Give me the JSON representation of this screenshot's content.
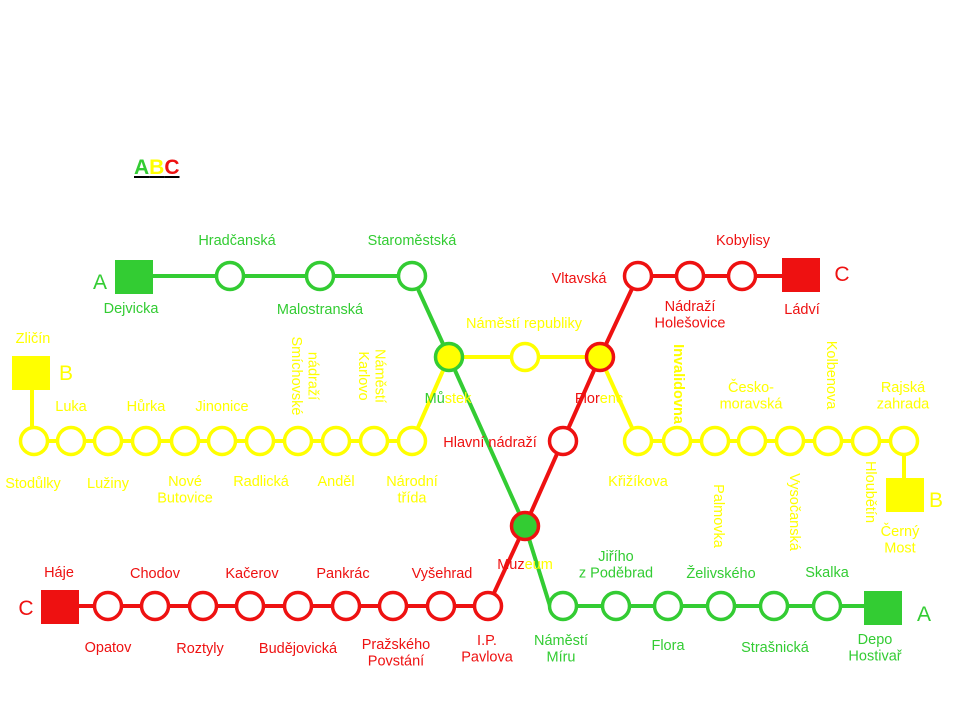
{
  "colors": {
    "A": "#33cc33",
    "B": "#ffff00",
    "C": "#ee1111",
    "bg": "#ffffff"
  },
  "legend": {
    "a": "A",
    "b": "B",
    "c": "C"
  },
  "terminal_labels": [
    {
      "text": "A",
      "line": "A"
    },
    {
      "text": "C",
      "line": "C"
    },
    {
      "text": "B",
      "line": "B"
    },
    {
      "text": "C",
      "line": "C"
    },
    {
      "text": "B",
      "line": "B"
    },
    {
      "text": "A",
      "line": "A"
    }
  ],
  "lines": {
    "A": {
      "stations": [
        "Dejvicka",
        "Hradčanská",
        "Malostranská",
        "Staroměstská",
        "Můstek",
        "Muzeum",
        "Náměstí Míru",
        "Jiřího z Poděbrad",
        "Flora",
        "Želivského",
        "Strašnická",
        "Skalka",
        "Depo Hostivař"
      ]
    },
    "B": {
      "stations": [
        "Zličín",
        "Stodůlky",
        "Luka",
        "Lužiny",
        "Hůrka",
        "Nové Butovice",
        "Jinonice",
        "Radlická",
        "Smíchovské nádraží",
        "Anděl",
        "Karlovo Náměstí",
        "Národní třída",
        "Můstek",
        "Náměstí republiky",
        "Florenc",
        "Křižíkova",
        "Invalidovna",
        "Palmovka",
        "Českomoravská",
        "Vysočanská",
        "Kolbenova",
        "Hloubětín",
        "Rajská zahrada",
        "Černý Most"
      ]
    },
    "C": {
      "stations": [
        "Ládví",
        "Kobylisy",
        "Nádraží Holešovice",
        "Vltavská",
        "Florenc",
        "Hlavní nádraží",
        "Muzeum",
        "I.P. Pavlova",
        "Vyšehrad",
        "Pražského Povstání",
        "Pankrác",
        "Budějovická",
        "Kačerov",
        "Roztyly",
        "Chodov",
        "Opatov",
        "Háje"
      ]
    }
  },
  "station_labels": [
    {
      "name": "dejvicka",
      "lines": [
        "Dejvicka"
      ],
      "color": "A"
    },
    {
      "name": "hradcanska",
      "lines": [
        "Hradčanská"
      ],
      "color": "A"
    },
    {
      "name": "malostranska",
      "lines": [
        "Malostranská"
      ],
      "color": "A"
    },
    {
      "name": "staromestska",
      "lines": [
        "Staroměstská"
      ],
      "color": "A"
    },
    {
      "name": "namesti-republiky",
      "lines": [
        "Náměstí republiky"
      ],
      "color": "B"
    },
    {
      "name": "vltavska",
      "lines": [
        "Vltavská"
      ],
      "color": "C"
    },
    {
      "name": "kobylisy",
      "lines": [
        "Kobylisy"
      ],
      "color": "C"
    },
    {
      "name": "nadrazi-holesovice",
      "lines": [
        "Nádraží",
        "Holešovice"
      ],
      "color": "C"
    },
    {
      "name": "ladvi",
      "lines": [
        "Ládví"
      ],
      "color": "C"
    },
    {
      "name": "zlicin",
      "lines": [
        "Zličín"
      ],
      "color": "B"
    },
    {
      "name": "luka",
      "lines": [
        "Luka"
      ],
      "color": "B"
    },
    {
      "name": "hurka",
      "lines": [
        "Hůrka"
      ],
      "color": "B"
    },
    {
      "name": "jinonice",
      "lines": [
        "Jinonice"
      ],
      "color": "B"
    },
    {
      "name": "smichovske-nadrazi",
      "lines": [
        "Smíchovské",
        "nádraží"
      ],
      "color": "B",
      "rotated": true
    },
    {
      "name": "karlovo-namesti",
      "lines": [
        "Karlovo",
        "Náměstí"
      ],
      "color": "B",
      "rotated": true
    },
    {
      "name": "mustek",
      "segments": [
        [
          "Mů",
          "A"
        ],
        [
          "stek",
          "B"
        ]
      ]
    },
    {
      "name": "florenc",
      "segments": [
        [
          "Flor",
          "C"
        ],
        [
          "enc",
          "B"
        ]
      ]
    },
    {
      "name": "invalidovna",
      "lines": [
        "Invalidovna"
      ],
      "color": "B",
      "rotated": true,
      "bold": true
    },
    {
      "name": "ceskomoravska",
      "lines": [
        "Česko-",
        "moravská"
      ],
      "color": "B"
    },
    {
      "name": "kolbenova",
      "lines": [
        "Kolbenova"
      ],
      "color": "B",
      "rotated": true
    },
    {
      "name": "rajska-zahrada",
      "lines": [
        "Rajská",
        "zahrada"
      ],
      "color": "B"
    },
    {
      "name": "hlavni-nadrazi",
      "lines": [
        "Hlavní nádraží"
      ],
      "color": "C"
    },
    {
      "name": "stodulky",
      "lines": [
        "Stodůlky"
      ],
      "color": "B"
    },
    {
      "name": "luziny",
      "lines": [
        "Lužiny"
      ],
      "color": "B"
    },
    {
      "name": "nove-butovice",
      "lines": [
        "Nové",
        "Butovice"
      ],
      "color": "B"
    },
    {
      "name": "radlicka",
      "lines": [
        "Radlická"
      ],
      "color": "B"
    },
    {
      "name": "andel",
      "lines": [
        "Anděl"
      ],
      "color": "B"
    },
    {
      "name": "narodni-trida",
      "lines": [
        "Národní",
        "třída"
      ],
      "color": "B"
    },
    {
      "name": "krizikova",
      "lines": [
        "Křižíkova"
      ],
      "color": "B"
    },
    {
      "name": "palmovka",
      "lines": [
        "Palmovka"
      ],
      "color": "B",
      "rotated": true
    },
    {
      "name": "vysocanska",
      "lines": [
        "Vysočanská"
      ],
      "color": "B",
      "rotated": true
    },
    {
      "name": "hloubetin",
      "lines": [
        "Hloubětín"
      ],
      "color": "B",
      "rotated": true
    },
    {
      "name": "cerny-most",
      "lines": [
        "Černý",
        "Most"
      ],
      "color": "B"
    },
    {
      "name": "muzeum",
      "segments": [
        [
          "Muz",
          "C"
        ],
        [
          "eum",
          "B"
        ]
      ]
    },
    {
      "name": "jiriho-z-podebrad",
      "lines": [
        "Jiřího",
        "z Poděbrad"
      ],
      "color": "A"
    },
    {
      "name": "zelivskeho",
      "lines": [
        "Želivského"
      ],
      "color": "A"
    },
    {
      "name": "skalka",
      "lines": [
        "Skalka"
      ],
      "color": "A"
    },
    {
      "name": "haje",
      "lines": [
        "Háje"
      ],
      "color": "C"
    },
    {
      "name": "chodov",
      "lines": [
        "Chodov"
      ],
      "color": "C"
    },
    {
      "name": "kacerov",
      "lines": [
        "Kačerov"
      ],
      "color": "C"
    },
    {
      "name": "pankrac",
      "lines": [
        "Pankrác"
      ],
      "color": "C"
    },
    {
      "name": "vysehrad",
      "lines": [
        "Vyšehrad"
      ],
      "color": "C"
    },
    {
      "name": "opatov",
      "lines": [
        "Opatov"
      ],
      "color": "C"
    },
    {
      "name": "roztyly",
      "lines": [
        "Roztyly"
      ],
      "color": "C"
    },
    {
      "name": "budejovicka",
      "lines": [
        "Budějovická"
      ],
      "color": "C"
    },
    {
      "name": "prazskeho-povstani",
      "lines": [
        "Pražského",
        "Povstání"
      ],
      "color": "C"
    },
    {
      "name": "ip-pavlova",
      "lines": [
        "I.P.",
        "Pavlova"
      ],
      "color": "C"
    },
    {
      "name": "namesti-miru",
      "lines": [
        "Náměstí",
        "Míru"
      ],
      "color": "A"
    },
    {
      "name": "flora",
      "lines": [
        "Flora"
      ],
      "color": "A"
    },
    {
      "name": "strasnicka",
      "lines": [
        "Strašnická"
      ],
      "color": "A"
    },
    {
      "name": "depo-hostivar",
      "lines": [
        "Depo",
        "Hostivař"
      ],
      "color": "A"
    }
  ]
}
